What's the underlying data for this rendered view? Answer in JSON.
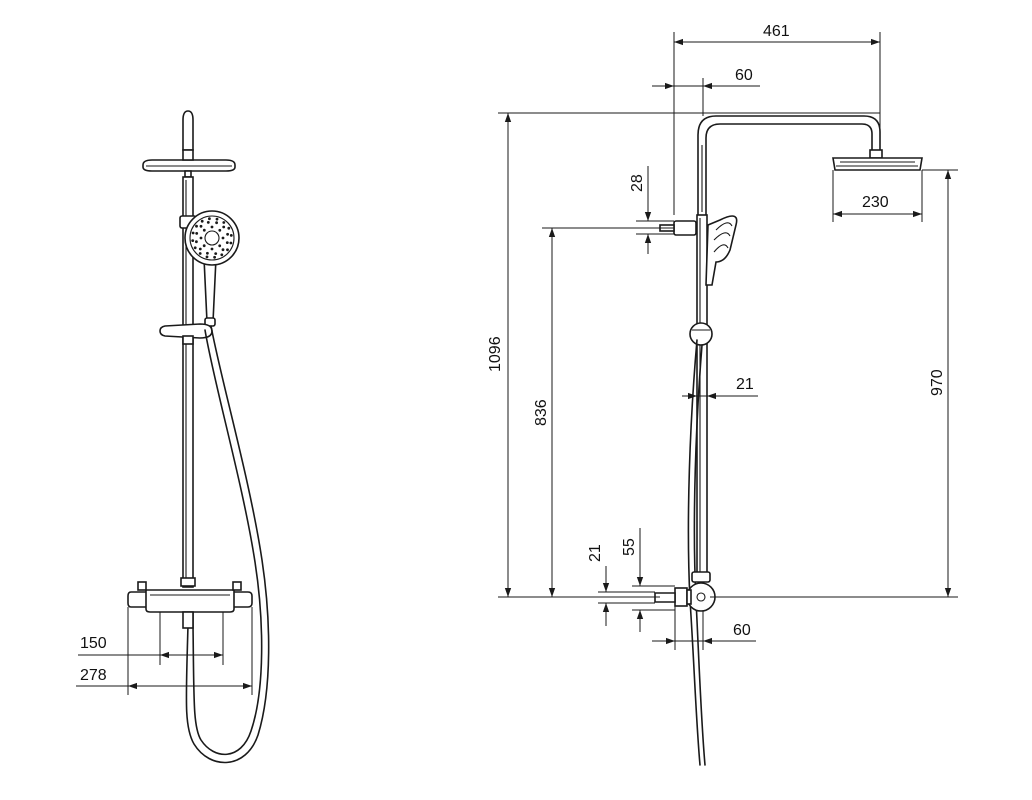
{
  "diagram": {
    "line_color": "#1a1a1a",
    "background": "#ffffff",
    "front_view": {
      "dimensions": {
        "d150": "150",
        "d278": "278"
      }
    },
    "side_view": {
      "dimensions": {
        "d461": "461",
        "d60_top": "60",
        "d1096": "1096",
        "d28": "28",
        "d230": "230",
        "d836": "836",
        "d970": "970",
        "d21_bar": "21",
        "d21_bottom": "21",
        "d55": "55",
        "d60_bottom": "60"
      }
    }
  }
}
